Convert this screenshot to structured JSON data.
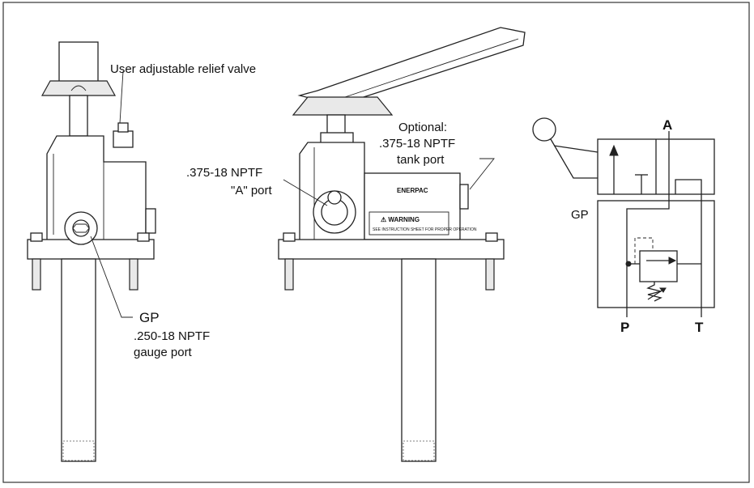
{
  "callouts": {
    "relief_valve": "User adjustable relief valve",
    "gp_short": "GP",
    "gp_thread": ".250-18 NPTF",
    "gp_desc": "gauge port",
    "a_thread": ".375-18 NPTF",
    "a_desc": "\"A\" port",
    "tank_opt": "Optional:",
    "tank_thread": ".375-18 NPTF",
    "tank_desc": "tank port"
  },
  "valve_body": {
    "brand": "ENERPAC",
    "warning": "⚠ WARNING",
    "fine_print": "SEE INSTRUCTION SHEET FOR PROPER OPERATION"
  },
  "schematic": {
    "port_a": "A",
    "port_gp": "GP",
    "port_p": "P",
    "port_t": "T"
  }
}
